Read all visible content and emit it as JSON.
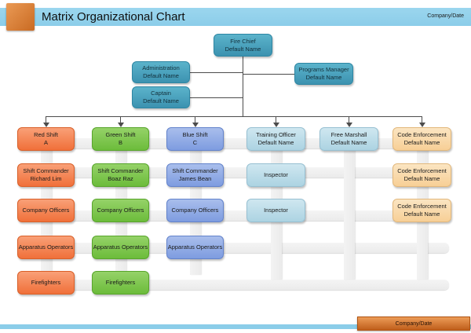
{
  "header": {
    "title": "Matrix Organizational Chart",
    "company_date": "Company/Date"
  },
  "footer": {
    "company_date": "Company/Date"
  },
  "colors": {
    "header_bar": "#8bcde9",
    "accent_orange": "#c96a22",
    "teal": "#4aa2bd",
    "orange": "#f4793f",
    "green": "#77c244",
    "blue": "#8aa4e3",
    "light_blue": "#bcdde9",
    "tan": "#f9d9a3",
    "connector": "#4c4c4c"
  },
  "top_nodes": {
    "fire_chief": {
      "l1": "Fire Chief",
      "l2": "Default Name"
    },
    "administration": {
      "l1": "Administration",
      "l2": "Default Name"
    },
    "captain": {
      "l1": "Captain",
      "l2": "Default Name"
    },
    "programs_manager": {
      "l1": "Programs Manager",
      "l2": "Default Name"
    }
  },
  "matrix": {
    "red_shift": {
      "l1": "Red Shift",
      "l2": "A"
    },
    "green_shift": {
      "l1": "Green Shift",
      "l2": "B"
    },
    "blue_shift": {
      "l1": "Blue Shift",
      "l2": "C"
    },
    "training_officer": {
      "l1": "Training Officer",
      "l2": "Default Name"
    },
    "free_marshall": {
      "l1": "Free Marshall",
      "l2": "Default Name"
    },
    "code_enforcement_1": {
      "l1": "Code Enforcement",
      "l2": "Default Name"
    },
    "shift_commander_red": {
      "l1": "Shift Commander",
      "l2": "Richard Lim"
    },
    "shift_commander_green": {
      "l1": "Shift Commander",
      "l2": "Boaz Raz"
    },
    "shift_commander_blue": {
      "l1": "Shift Commander",
      "l2": "James Bean"
    },
    "inspector_1": {
      "l1": "Inspector"
    },
    "code_enforcement_2": {
      "l1": "Code Enforcement",
      "l2": "Default Name"
    },
    "company_officers_red": {
      "l1": "Company Officers"
    },
    "company_officers_green": {
      "l1": "Company Officers"
    },
    "company_officers_blue": {
      "l1": "Company Officers"
    },
    "inspector_2": {
      "l1": "Inspector"
    },
    "code_enforcement_3": {
      "l1": "Code Enforcement",
      "l2": "Default Name"
    },
    "apparatus_operators_red": {
      "l1": "Apparatus Operators"
    },
    "apparatus_operators_green": {
      "l1": "Apparatus Operators"
    },
    "apparatus_operators_blue": {
      "l1": "Apparatus Operators"
    },
    "firefighters_red": {
      "l1": "Firefighters"
    },
    "firefighters_green": {
      "l1": "Firefighters"
    }
  }
}
